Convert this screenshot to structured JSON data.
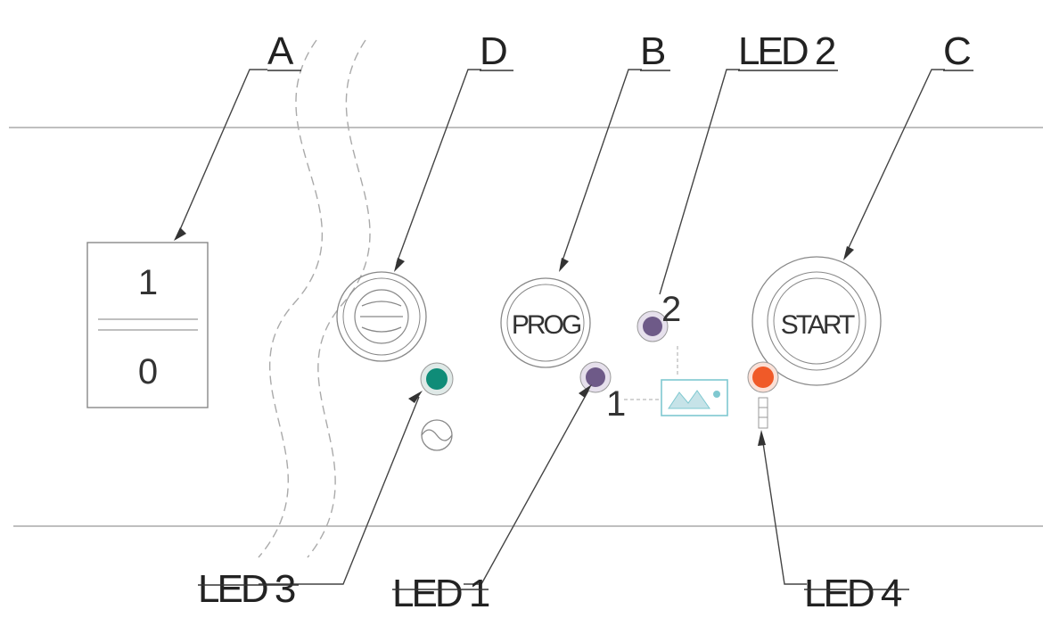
{
  "callouts": {
    "A": "A",
    "D": "D",
    "B": "B",
    "led2": "LED 2",
    "C": "C",
    "led3": "LED 3",
    "led1": "LED 1",
    "led4": "LED 4"
  },
  "switch": {
    "on": "1",
    "off": "0"
  },
  "buttons": {
    "prog": "PROG",
    "start": "START"
  },
  "led_markers": {
    "one": "1",
    "two": "2"
  },
  "colors": {
    "led3": "#0f8c78",
    "led1": "#6e5a88",
    "led2": "#6e5a88",
    "led4": "#f05a28"
  }
}
